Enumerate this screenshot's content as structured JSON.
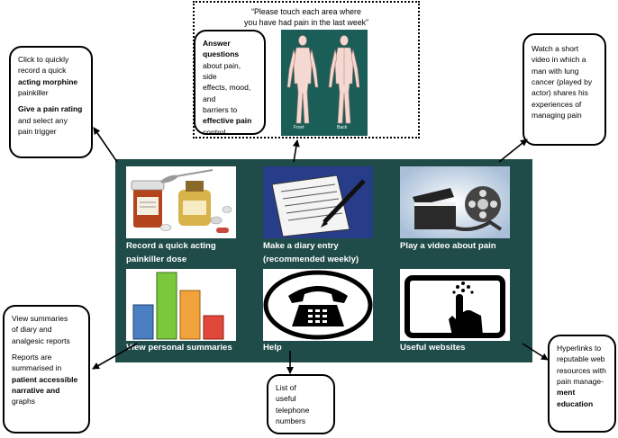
{
  "app": {
    "tiles": [
      {
        "label_line1": "Record a quick acting",
        "label_line2": "painkiller dose",
        "icon": "medicine-bottles-icon"
      },
      {
        "label_line1": "Make a diary entry",
        "label_line2": "(recommended weekly)",
        "icon": "diary-pen-icon"
      },
      {
        "label_line1": "Play a video about pain",
        "label_line2": "",
        "icon": "film-reel-icon"
      },
      {
        "label_line1": "View personal summaries",
        "label_line2": "",
        "icon": "bar-chart-icon"
      },
      {
        "label_line1": "Help",
        "label_line2": "",
        "icon": "telephone-icon"
      },
      {
        "label_line1": "Useful websites",
        "label_line2": "",
        "icon": "tablet-touch-icon"
      }
    ],
    "colors": {
      "panel_bg": "#1f4b49",
      "body_map_bg": "#1b5e58"
    }
  },
  "body_map": {
    "prompt_line1": "“Please touch each area where",
    "prompt_line2": "you have had pain in the last week”",
    "front_label": "Front",
    "back_label": "Back"
  },
  "callouts": {
    "record": {
      "l1": "Click to quickly",
      "l2": "record a quick",
      "l3_bold": "acting morphine",
      "l4": "painkiller",
      "l5_bold": "Give a pain rating",
      "l6": "and select any",
      "l7": "pain trigger"
    },
    "diary": {
      "l1_bold": "Answer questions",
      "l2": "about pain, side",
      "l3": "effects, mood, and",
      "l4": "barriers to",
      "l5_bold": "effective pain",
      "l6": "control"
    },
    "video": {
      "l1": "Watch a short",
      "l2": "video in which a",
      "l3": "man with lung",
      "l4": "cancer (played by",
      "l5": "actor) shares his",
      "l6": "experiences of",
      "l7": "managing pain"
    },
    "summaries": {
      "l1": "View summaries",
      "l2": "of diary and",
      "l3": "analgesic reports",
      "l4": "Reports are",
      "l5": "summarised in",
      "l6_bold": "patient accessible",
      "l7_bold": "narrative and",
      "l8": "graphs"
    },
    "help": {
      "l1": "List of",
      "l2": "useful",
      "l3": "telephone",
      "l4": "numbers"
    },
    "websites": {
      "l1": "Hyperlinks to",
      "l2": "reputable web",
      "l3": "resources with",
      "l4": "pain manage-",
      "l5_bold": "ment education"
    }
  }
}
